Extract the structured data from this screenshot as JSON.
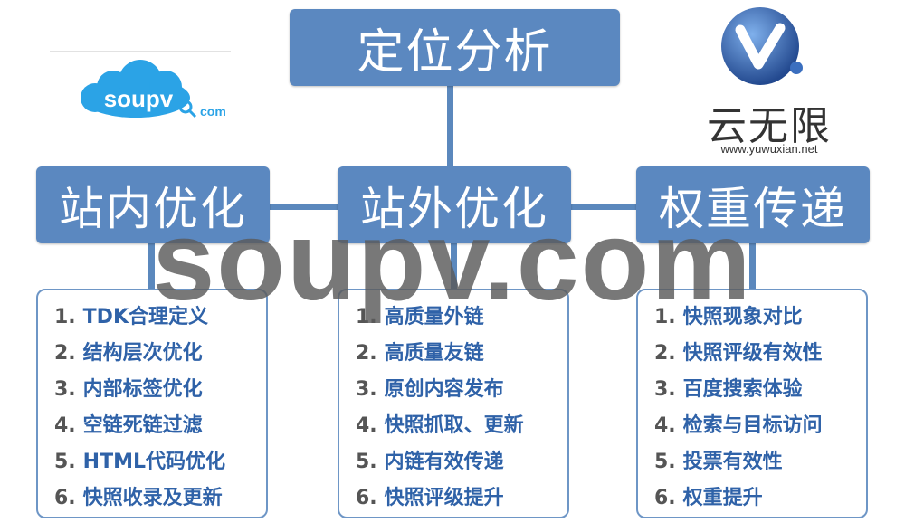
{
  "root": {
    "label": "定位分析"
  },
  "categories": [
    {
      "label": "站内优化",
      "items": [
        {
          "num": "1.",
          "text": "TDK合理定义"
        },
        {
          "num": "2.",
          "text": "结构层次优化"
        },
        {
          "num": "3.",
          "text": "内部标签优化"
        },
        {
          "num": "4.",
          "text": "空链死链过滤"
        },
        {
          "num": "5.",
          "text": "HTML代码优化"
        },
        {
          "num": "6.",
          "text": "快照收录及更新"
        }
      ]
    },
    {
      "label": "站外优化",
      "items": [
        {
          "num": "1.",
          "text": "高质量外链"
        },
        {
          "num": "2.",
          "text": "高质量友链"
        },
        {
          "num": "3.",
          "text": "原创内容发布"
        },
        {
          "num": "4.",
          "text": "快照抓取、更新"
        },
        {
          "num": "5.",
          "text": "内链有效传递"
        },
        {
          "num": "6.",
          "text": "快照评级提升"
        }
      ]
    },
    {
      "label": "权重传递",
      "items": [
        {
          "num": "1.",
          "text": "快照现象对比"
        },
        {
          "num": "2.",
          "text": "快照评级有效性"
        },
        {
          "num": "3.",
          "text": "百度搜索体验"
        },
        {
          "num": "4.",
          "text": "检索与目标访问"
        },
        {
          "num": "5.",
          "text": "投票有效性"
        },
        {
          "num": "6.",
          "text": "权重提升"
        }
      ]
    }
  ],
  "watermark": "soupv.com",
  "logo_left": {
    "main": "soupv",
    "suffix": "com"
  },
  "logo_right": {
    "name": "云无限",
    "url": "www.yuwuxian.net"
  },
  "colors": {
    "box": "#5b88c0",
    "item_text": "#2f62a8",
    "number": "#555555",
    "connector": "#5b88bd"
  }
}
